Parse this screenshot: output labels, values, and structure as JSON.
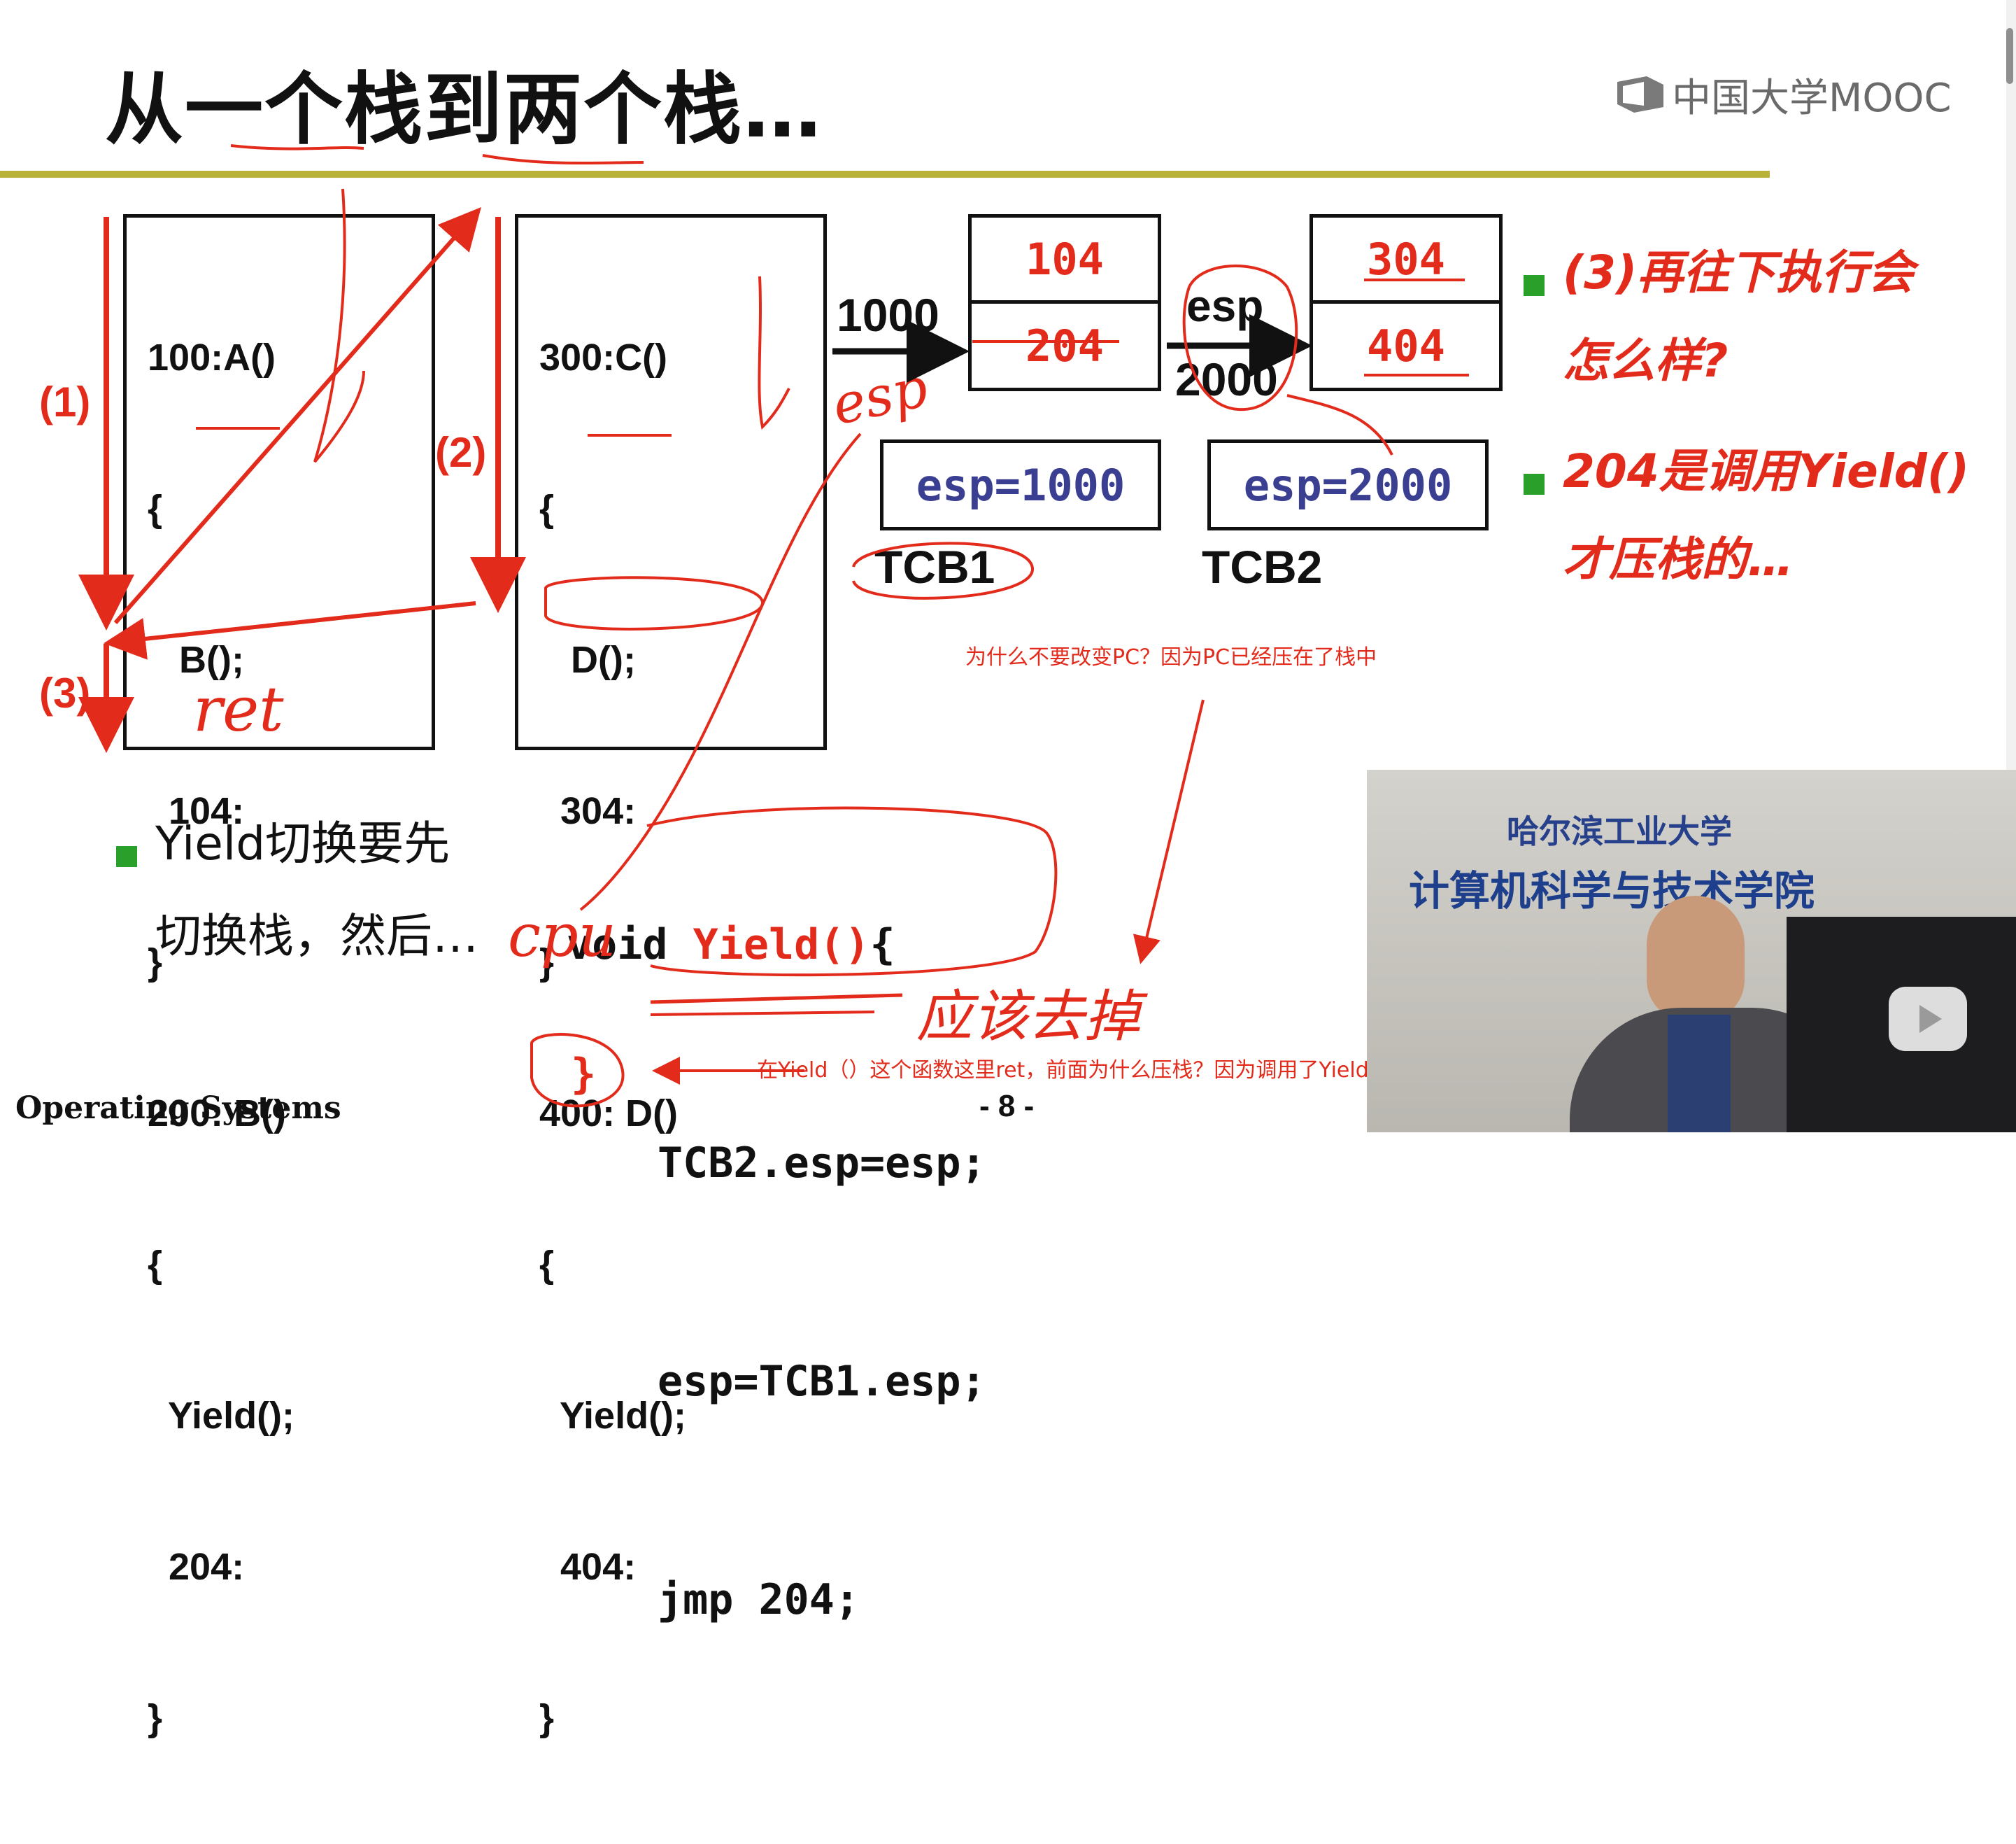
{
  "slide": {
    "title": "从一个栈到两个栈…",
    "logo_text": "中国大学MOOC",
    "footer_left": "Operating Systems",
    "page_number": "- 8 -"
  },
  "code_box_1": {
    "lines": [
      "100:A()",
      "{",
      "   B();",
      "  104:",
      "}",
      "200: B()",
      "{",
      "  Yield();",
      "  204:",
      "}"
    ]
  },
  "code_box_2": {
    "lines": [
      "300:C()",
      "{",
      "   D();",
      "  304:",
      "}",
      "400: D()",
      "{",
      "  Yield();",
      "  404:",
      "}"
    ]
  },
  "step_labels": {
    "s1": "(1)",
    "s2": "(2)",
    "s3": "(3)"
  },
  "stack1": {
    "top": "104",
    "bottom": "204",
    "pointer_label": "1000"
  },
  "stack2": {
    "top": "304",
    "bottom": "404",
    "pointer_label_top": "esp",
    "pointer_label_bottom": "2000"
  },
  "tcb1": {
    "value": "esp=1000",
    "label": "TCB1"
  },
  "tcb2": {
    "value": "esp=2000",
    "label": "TCB2"
  },
  "right_bullets": [
    {
      "line1": "(3)再往下执行会",
      "line2": "怎么样?"
    },
    {
      "line1": "204是调用Yield()",
      "line2": "才压栈的…"
    }
  ],
  "left_bullet": {
    "line1": "Yield切换要先",
    "line2": "切换栈，然后…"
  },
  "yield_code": {
    "header_void": "void ",
    "header_name": "Yield()",
    "header_brace": "{",
    "line1": "TCB2.esp=esp;",
    "line2": "esp=TCB1.esp;",
    "line3": "jmp 204;",
    "close": "}"
  },
  "annotations": {
    "remove_note": "应该去掉",
    "comment_pc": "为什么不要改变PC？因为PC已经压在了栈中",
    "comment_ret": "在Yield（）这个函数这里ret，前面为什么压栈？因为调用了Yield（）",
    "handwritten_ret": "ret",
    "handwritten_esp": "esp",
    "handwritten_cpu": "cpu"
  },
  "video": {
    "banner": "计算机科学与技术学院",
    "university": "哈尔滨工业大学"
  },
  "colors": {
    "accent_red": "#e32b1c",
    "rule": "#b9b23a",
    "bullet_green": "#2aa02a",
    "tcb_blue": "#3b3f92"
  }
}
